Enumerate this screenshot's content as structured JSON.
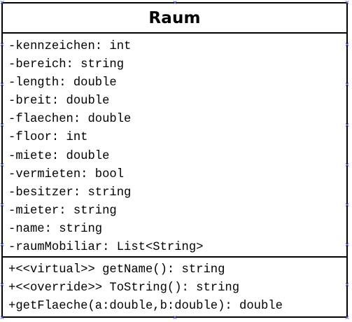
{
  "diagram": {
    "class_name": "Raum",
    "attributes": [
      "-kennzeichen: int",
      "-bereich: string",
      "-length: double",
      "-breit: double",
      "-flaechen: double",
      "-floor: int",
      "-miete: double",
      "-vermieten: bool",
      "-besitzer: string",
      "-mieter: string",
      "-name: string",
      "-raumMobiliar: List<String>"
    ],
    "methods": [
      "+<<virtual>> getName(): string",
      "+<<override>> ToString(): string",
      "+getFlaeche(a:double,b:double): double"
    ],
    "colors": {
      "border": "#000000",
      "background": "#ffffff",
      "handles": "#5b6ae0"
    }
  }
}
